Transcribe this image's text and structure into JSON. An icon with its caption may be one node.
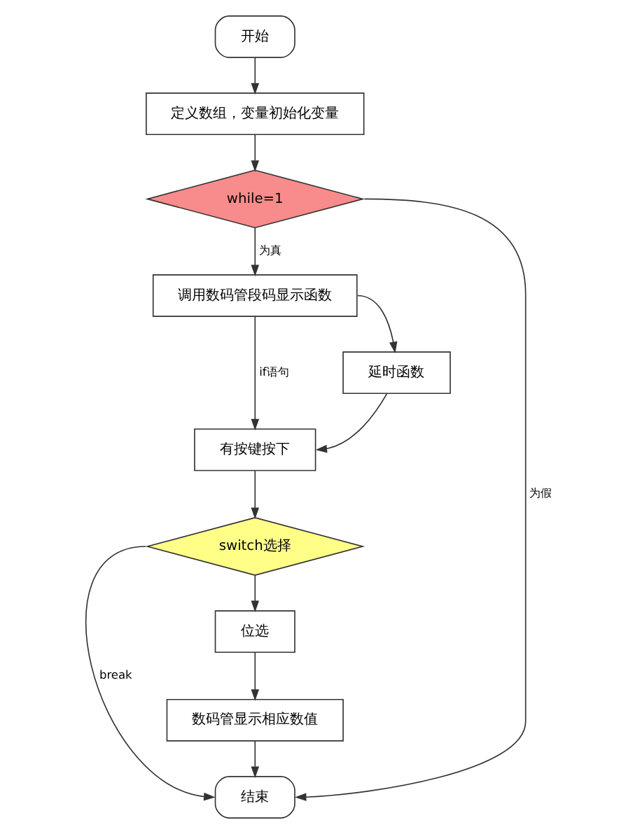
{
  "diagram": {
    "nodes": [
      {
        "text": [
          "开始"
        ]
      },
      {
        "text": [
          "定义数组，变量初始化变量"
        ]
      },
      {
        "text": [
          "while=1"
        ]
      },
      {
        "text": [
          "调用数码管段码显示函数"
        ]
      },
      {
        "text": [
          "延时函数"
        ]
      },
      {
        "text": [
          "有按键按下"
        ]
      },
      {
        "text": [
          "switch选择"
        ]
      },
      {
        "text": [
          "位选"
        ]
      },
      {
        "text": [
          "数码管显示相应数值"
        ]
      },
      {
        "text": [
          "结束"
        ]
      }
    ],
    "edges": [
      {
        "from": 0,
        "to": 1,
        "arrow": "to"
      },
      {
        "from": 1,
        "to": 2,
        "arrow": "to"
      },
      {
        "from": 2,
        "to": 3,
        "arrow": "to",
        "label": "为真"
      },
      {
        "from": 3,
        "to": 4,
        "arrow": "to"
      },
      {
        "from": 3,
        "to": 5,
        "arrow": "to",
        "label": "if语句"
      },
      {
        "from": 4,
        "to": 5,
        "arrow": "to"
      },
      {
        "from": 5,
        "to": 6,
        "arrow": "to"
      },
      {
        "from": 6,
        "to": 7,
        "arrow": "to"
      },
      {
        "from": 7,
        "to": 8,
        "arrow": "to"
      },
      {
        "from": 8,
        "to": 9,
        "arrow": "to"
      },
      {
        "from": 6,
        "to": 9,
        "arrow": "to",
        "label": "break"
      },
      {
        "from": 2,
        "to": 9,
        "arrow": "to",
        "label": "为假"
      }
    ]
  }
}
